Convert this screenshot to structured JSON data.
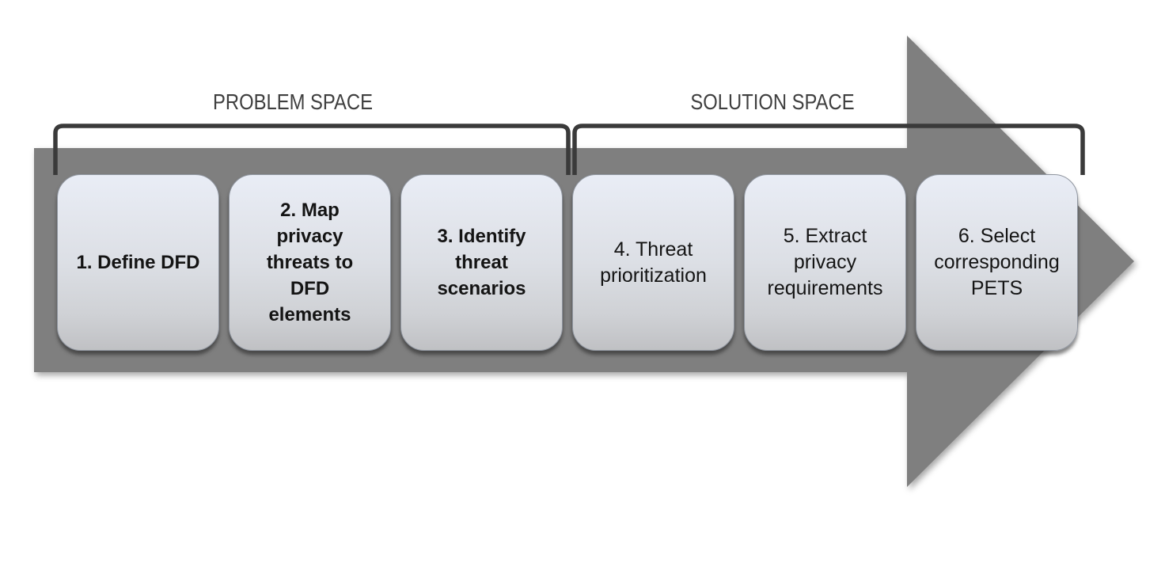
{
  "diagram": {
    "problem_space_label": "PROBLEM SPACE",
    "solution_space_label": "SOLUTION SPACE",
    "steps": [
      {
        "label": "1. Define DFD",
        "space": "problem",
        "emphasis": "bold"
      },
      {
        "label": "2. Map\nprivacy\nthreats to\nDFD\nelements",
        "space": "problem",
        "emphasis": "bold"
      },
      {
        "label": "3. Identify\nthreat\nscenarios",
        "space": "problem",
        "emphasis": "bold"
      },
      {
        "label": "4. Threat\nprioritization",
        "space": "solution",
        "emphasis": "regular"
      },
      {
        "label": "5. Extract\nprivacy\nrequirements",
        "space": "solution",
        "emphasis": "regular"
      },
      {
        "label": "6. Select\ncorresponding\nPETS",
        "space": "solution",
        "emphasis": "regular"
      }
    ],
    "colors": {
      "arrow_fill": "#7F7F7F",
      "bracket_stroke": "#3A3A3A",
      "title_text": "#3F3F3F",
      "box_gradient_top": "#E9EDF6",
      "box_gradient_bottom": "#C0C1C4",
      "box_border": "#8F959F",
      "box_text": "#141414"
    }
  }
}
